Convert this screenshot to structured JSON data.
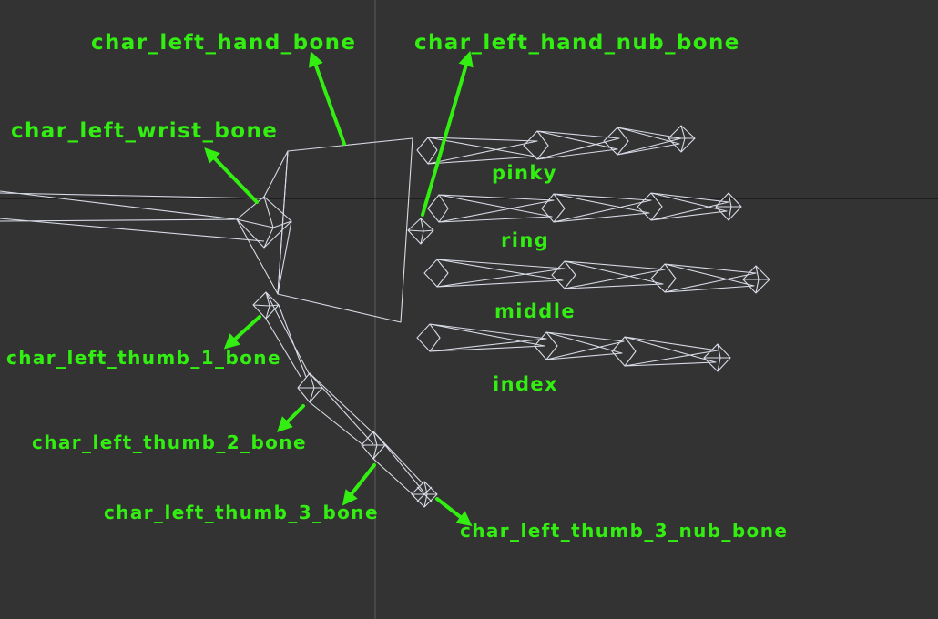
{
  "colors": {
    "background": "#333333",
    "wireframe": "#d8dbe6",
    "annotation": "#33ee11",
    "axis_horizontal": "#111111",
    "axis_vertical": "#555555"
  },
  "labels": {
    "hand_bone": "char_left_hand_bone",
    "hand_nub_bone": "char_left_hand_nub_bone",
    "wrist_bone": "char_left_wrist_bone",
    "thumb_1_bone": "char_left_thumb_1_bone",
    "thumb_2_bone": "char_left_thumb_2_bone",
    "thumb_3_bone": "char_left_thumb_3_bone",
    "thumb_3_nub_bone": "char_left_thumb_3_nub_bone",
    "pinky": "pinky",
    "ring": "ring",
    "middle": "middle",
    "index": "index"
  }
}
